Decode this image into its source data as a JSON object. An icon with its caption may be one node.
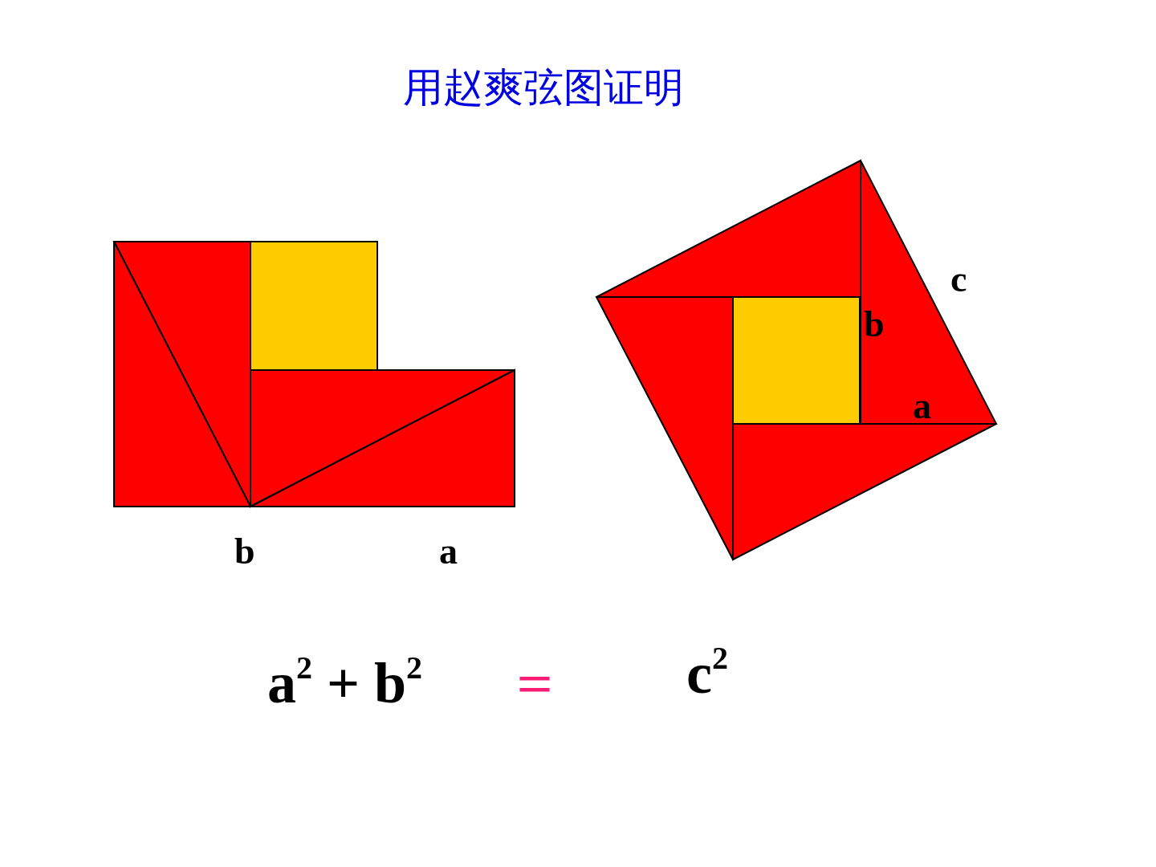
{
  "diagram": {
    "title": "用赵爽弦图证明",
    "labels": [
      "b",
      "a",
      "c",
      "b",
      "a",
      "a$^{2}$ + b$^{2}$",
      "＝",
      "c$^{2}$"
    ]
  }
}
